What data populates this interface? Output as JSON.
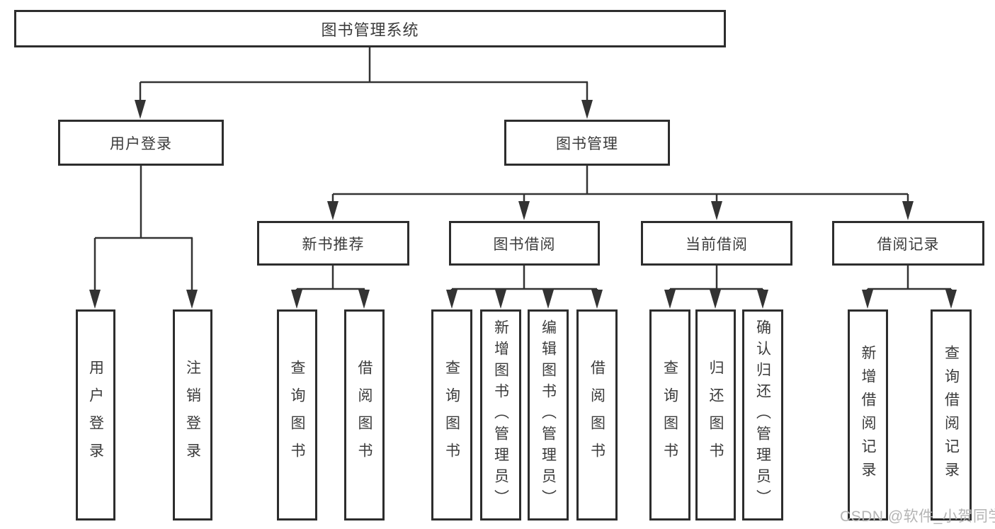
{
  "title": "图书管理系统",
  "colors": {
    "line": "#333333",
    "box_border": "#2d2d2d",
    "text": "#3b3b3b",
    "watermark": "#b4b4b4",
    "background": "#ffffff"
  },
  "tree": {
    "root": "图书管理系统",
    "level2": [
      "用户登录",
      "图书管理"
    ],
    "level3": [
      "新书推荐",
      "图书借阅",
      "当前借阅",
      "借阅记录"
    ],
    "leaves": {
      "user_login": [
        "用户登录",
        "注销登录"
      ],
      "new_book_recommend": [
        "查询图书",
        "借阅图书"
      ],
      "book_borrowing": [
        "查询图书",
        "新增图书（管理员）",
        "编辑图书（管理员）",
        "借阅图书"
      ],
      "current_borrowing": [
        "查询图书",
        "归还图书",
        "确认归还（管理员）"
      ],
      "borrowing_records": [
        "新增借阅记录",
        "查询借阅记录"
      ]
    }
  },
  "watermark": {
    "text": "CSDN @软件_小贺同学"
  }
}
